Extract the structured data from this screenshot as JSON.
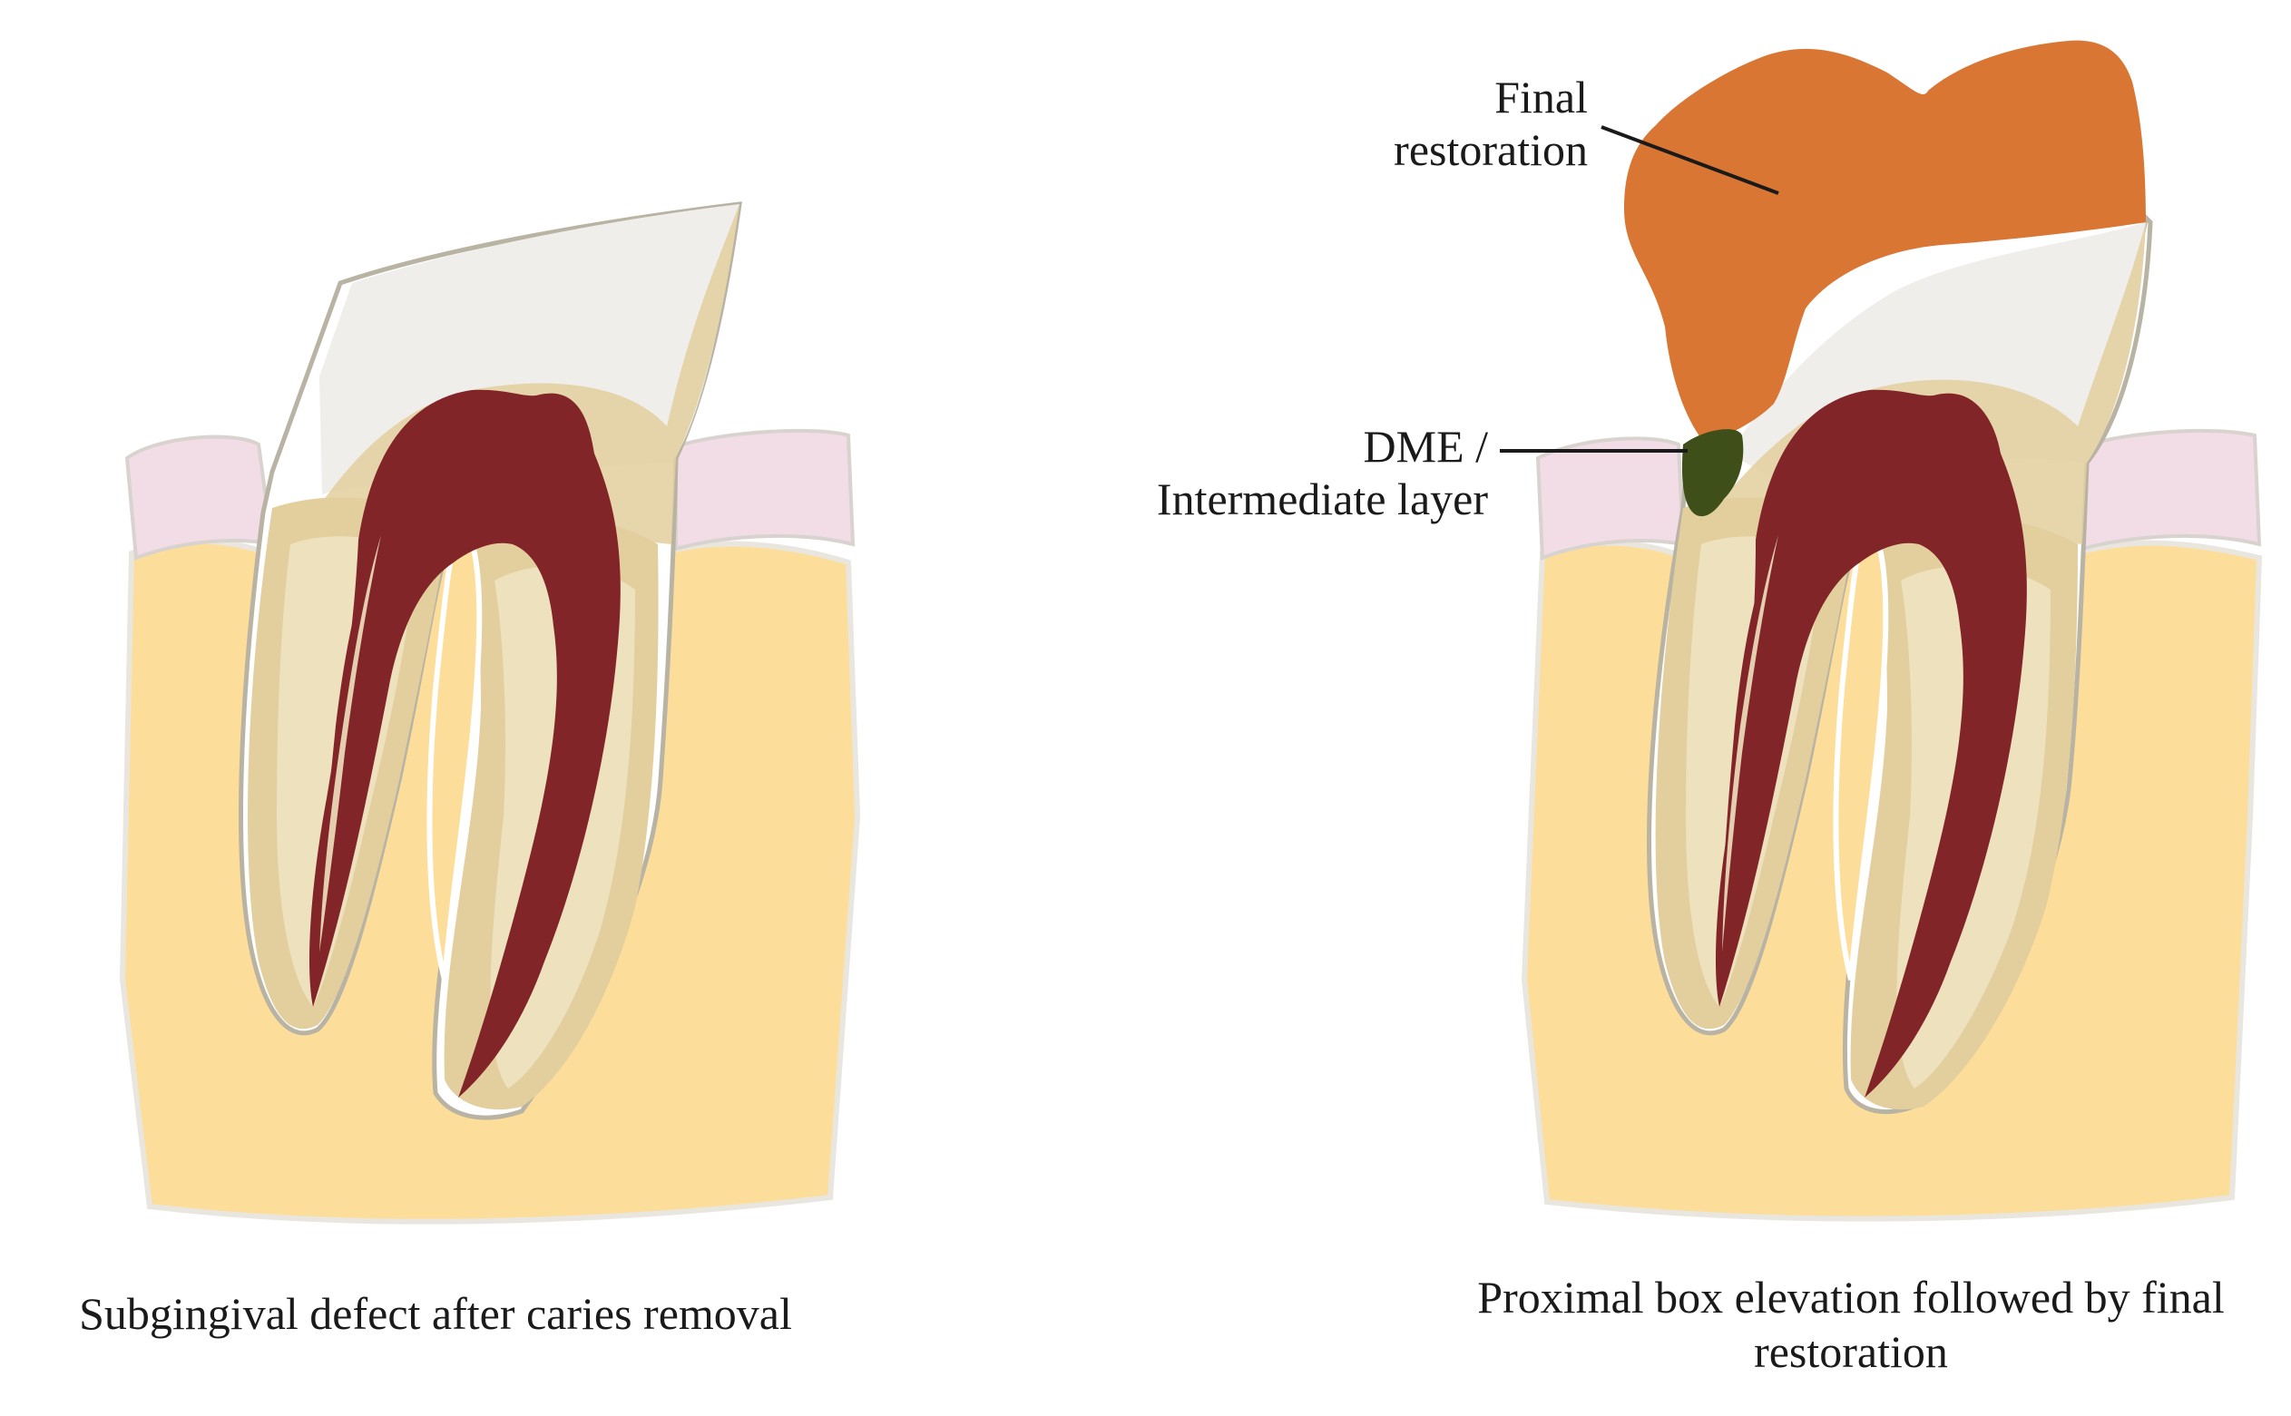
{
  "panels": {
    "left": {
      "caption": "Subgingival defect after caries removal"
    },
    "right": {
      "caption_line1": "Proximal box elevation followed by final",
      "caption_line2": "restoration"
    }
  },
  "labels": {
    "final_restoration": {
      "line1": "Final",
      "line2": "restoration"
    },
    "dme": {
      "line1": "DME /",
      "line2": "Intermediate layer"
    }
  },
  "colors": {
    "bone": "#FCDE9A",
    "gingiva": "#F2DCE6",
    "enamel": "#F0EEEA",
    "dentin": "#E3CF9E",
    "root_inner": "#EEE1BE",
    "pulp": "#822528",
    "final_restoration": "#D97634",
    "dme": "#3E4F1A",
    "outline": "#B9B3A4",
    "leader_line": "#1a1a1a"
  }
}
